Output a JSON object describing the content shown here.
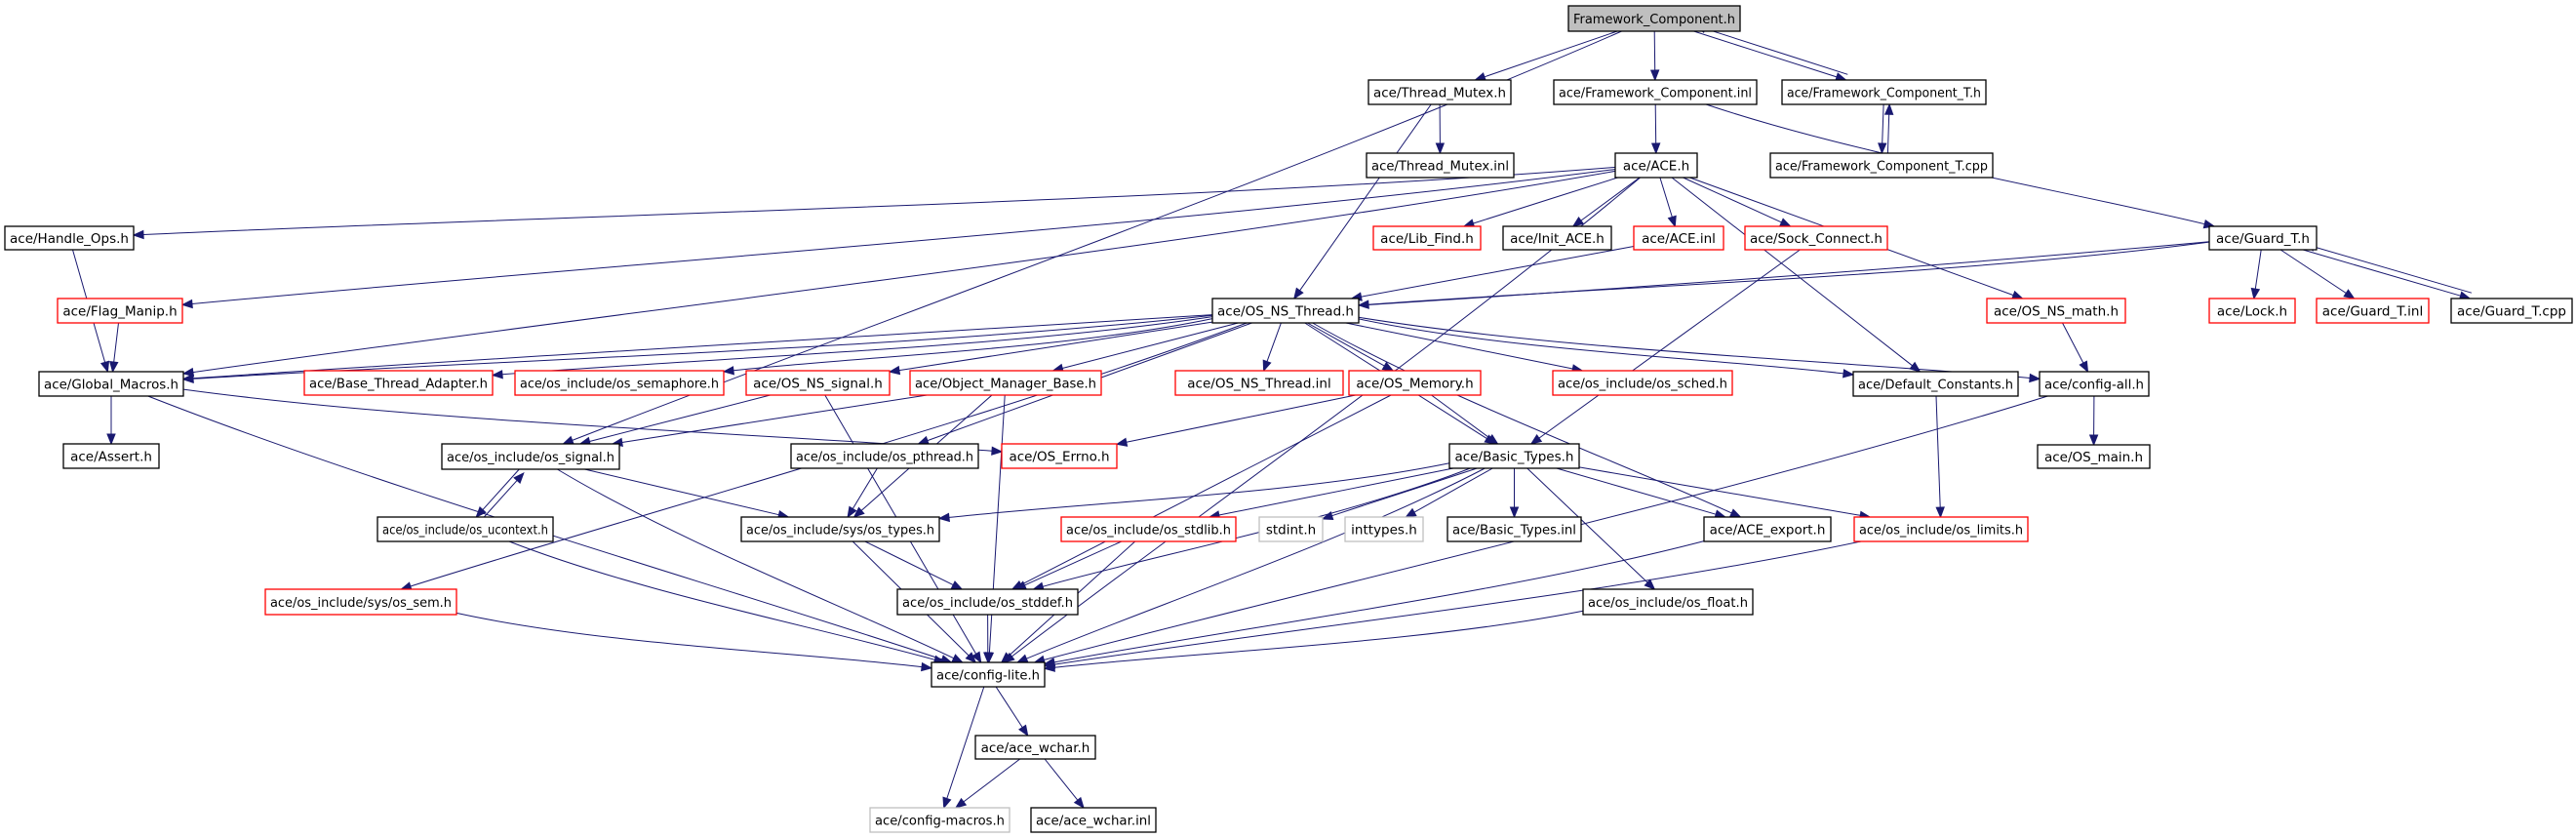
{
  "title": "Framework_Component.h",
  "colors": {
    "edge": "#191970",
    "root_fill": "#bfbfbf",
    "normal_border": "#000000",
    "truncated_border": "#ff0000",
    "external_border": "#bfbfbf"
  },
  "nodes": [
    {
      "id": "fc_h",
      "label": "Framework_Component.h",
      "kind": "root"
    },
    {
      "id": "thread_mutex_h",
      "label": "ace/Thread_Mutex.h",
      "kind": "normal"
    },
    {
      "id": "fc_inl",
      "label": "ace/Framework_Component.inl",
      "kind": "normal"
    },
    {
      "id": "fc_t_h",
      "label": "ace/Framework_Component_T.h",
      "kind": "normal"
    },
    {
      "id": "thread_mutex_inl",
      "label": "ace/Thread_Mutex.inl",
      "kind": "normal"
    },
    {
      "id": "ace_h",
      "label": "ace/ACE.h",
      "kind": "normal"
    },
    {
      "id": "fc_t_cpp",
      "label": "ace/Framework_Component_T.cpp",
      "kind": "normal"
    },
    {
      "id": "handle_ops_h",
      "label": "ace/Handle_Ops.h",
      "kind": "normal"
    },
    {
      "id": "lib_find_h",
      "label": "ace/Lib_Find.h",
      "kind": "truncated"
    },
    {
      "id": "init_ace_h",
      "label": "ace/Init_ACE.h",
      "kind": "normal"
    },
    {
      "id": "ace_inl",
      "label": "ace/ACE.inl",
      "kind": "truncated"
    },
    {
      "id": "sock_connect_h",
      "label": "ace/Sock_Connect.h",
      "kind": "truncated"
    },
    {
      "id": "guard_t_h",
      "label": "ace/Guard_T.h",
      "kind": "normal"
    },
    {
      "id": "flag_manip_h",
      "label": "ace/Flag_Manip.h",
      "kind": "truncated"
    },
    {
      "id": "os_ns_thread_h",
      "label": "ace/OS_NS_Thread.h",
      "kind": "normal"
    },
    {
      "id": "os_ns_math_h",
      "label": "ace/OS_NS_math.h",
      "kind": "truncated"
    },
    {
      "id": "lock_h",
      "label": "ace/Lock.h",
      "kind": "truncated"
    },
    {
      "id": "guard_t_inl",
      "label": "ace/Guard_T.inl",
      "kind": "truncated"
    },
    {
      "id": "guard_t_cpp",
      "label": "ace/Guard_T.cpp",
      "kind": "normal"
    },
    {
      "id": "global_macros_h",
      "label": "ace/Global_Macros.h",
      "kind": "normal"
    },
    {
      "id": "base_thread_adapter_h",
      "label": "ace/Base_Thread_Adapter.h",
      "kind": "truncated"
    },
    {
      "id": "os_semaphore_h",
      "label": "ace/os_include/os_semaphore.h",
      "kind": "truncated"
    },
    {
      "id": "os_ns_signal_h",
      "label": "ace/OS_NS_signal.h",
      "kind": "truncated"
    },
    {
      "id": "object_manager_base_h",
      "label": "ace/Object_Manager_Base.h",
      "kind": "truncated"
    },
    {
      "id": "os_ns_thread_inl",
      "label": "ace/OS_NS_Thread.inl",
      "kind": "truncated"
    },
    {
      "id": "os_memory_h",
      "label": "ace/OS_Memory.h",
      "kind": "truncated"
    },
    {
      "id": "os_sched_h",
      "label": "ace/os_include/os_sched.h",
      "kind": "truncated"
    },
    {
      "id": "default_constants_h",
      "label": "ace/Default_Constants.h",
      "kind": "normal"
    },
    {
      "id": "config_all_h",
      "label": "ace/config-all.h",
      "kind": "normal"
    },
    {
      "id": "assert_h",
      "label": "ace/Assert.h",
      "kind": "normal"
    },
    {
      "id": "os_signal_h",
      "label": "ace/os_include/os_signal.h",
      "kind": "normal"
    },
    {
      "id": "os_pthread_h",
      "label": "ace/os_include/os_pthread.h",
      "kind": "normal"
    },
    {
      "id": "os_errno_h",
      "label": "ace/OS_Errno.h",
      "kind": "truncated"
    },
    {
      "id": "basic_types_h",
      "label": "ace/Basic_Types.h",
      "kind": "normal"
    },
    {
      "id": "os_main_h",
      "label": "ace/OS_main.h",
      "kind": "normal"
    },
    {
      "id": "os_ucontext_h",
      "label": "ace/os_include/os_ucontext.h",
      "kind": "normal"
    },
    {
      "id": "os_types_h",
      "label": "ace/os_include/sys/os_types.h",
      "kind": "normal"
    },
    {
      "id": "os_stdlib_h",
      "label": "ace/os_include/os_stdlib.h",
      "kind": "truncated"
    },
    {
      "id": "stdint_h",
      "label": "stdint.h",
      "kind": "external"
    },
    {
      "id": "inttypes_h",
      "label": "inttypes.h",
      "kind": "external"
    },
    {
      "id": "basic_types_inl",
      "label": "ace/Basic_Types.inl",
      "kind": "normal"
    },
    {
      "id": "ace_export_h",
      "label": "ace/ACE_export.h",
      "kind": "normal"
    },
    {
      "id": "os_limits_h",
      "label": "ace/os_include/os_limits.h",
      "kind": "truncated"
    },
    {
      "id": "os_sem_h",
      "label": "ace/os_include/sys/os_sem.h",
      "kind": "truncated"
    },
    {
      "id": "os_stddef_h",
      "label": "ace/os_include/os_stddef.h",
      "kind": "normal"
    },
    {
      "id": "os_float_h",
      "label": "ace/os_include/os_float.h",
      "kind": "normal"
    },
    {
      "id": "config_lite_h",
      "label": "ace/config-lite.h",
      "kind": "normal"
    },
    {
      "id": "ace_wchar_h",
      "label": "ace/ace_wchar.h",
      "kind": "normal"
    },
    {
      "id": "config_macros_h",
      "label": "ace/config-macros.h",
      "kind": "external"
    },
    {
      "id": "ace_wchar_inl",
      "label": "ace/ace_wchar.inl",
      "kind": "normal"
    }
  ],
  "edges": [
    [
      "fc_h",
      "thread_mutex_h"
    ],
    [
      "fc_h",
      "fc_inl"
    ],
    [
      "fc_h",
      "fc_t_h"
    ],
    [
      "fc_h",
      "os_signal_h"
    ],
    [
      "fc_t_h",
      "fc_h"
    ],
    [
      "fc_t_h",
      "fc_t_cpp"
    ],
    [
      "fc_t_cpp",
      "fc_t_h"
    ],
    [
      "thread_mutex_h",
      "thread_mutex_inl"
    ],
    [
      "thread_mutex_h",
      "os_ns_thread_h"
    ],
    [
      "fc_inl",
      "ace_h"
    ],
    [
      "fc_inl",
      "guard_t_h"
    ],
    [
      "ace_h",
      "handle_ops_h"
    ],
    [
      "ace_h",
      "flag_manip_h"
    ],
    [
      "ace_h",
      "lib_find_h"
    ],
    [
      "ace_h",
      "init_ace_h"
    ],
    [
      "ace_h",
      "ace_inl"
    ],
    [
      "ace_h",
      "sock_connect_h"
    ],
    [
      "ace_h",
      "os_ns_math_h"
    ],
    [
      "ace_h",
      "default_constants_h"
    ],
    [
      "ace_h",
      "global_macros_h"
    ],
    [
      "ace_h",
      "config_lite_h"
    ],
    [
      "ace_inl",
      "os_ns_thread_h"
    ],
    [
      "sock_connect_h",
      "basic_types_h"
    ],
    [
      "guard_t_h",
      "os_ns_thread_h"
    ],
    [
      "guard_t_h",
      "global_macros_h"
    ],
    [
      "guard_t_h",
      "lock_h"
    ],
    [
      "guard_t_h",
      "guard_t_inl"
    ],
    [
      "guard_t_h",
      "guard_t_cpp"
    ],
    [
      "guard_t_cpp",
      "guard_t_h"
    ],
    [
      "handle_ops_h",
      "global_macros_h"
    ],
    [
      "flag_manip_h",
      "global_macros_h"
    ],
    [
      "os_ns_math_h",
      "config_all_h"
    ],
    [
      "os_ns_thread_h",
      "global_macros_h"
    ],
    [
      "os_ns_thread_h",
      "base_thread_adapter_h"
    ],
    [
      "os_ns_thread_h",
      "os_semaphore_h"
    ],
    [
      "os_ns_thread_h",
      "os_ns_signal_h"
    ],
    [
      "os_ns_thread_h",
      "object_manager_base_h"
    ],
    [
      "os_ns_thread_h",
      "os_ns_thread_inl"
    ],
    [
      "os_ns_thread_h",
      "os_memory_h"
    ],
    [
      "os_ns_thread_h",
      "os_sched_h"
    ],
    [
      "os_ns_thread_h",
      "basic_types_h"
    ],
    [
      "os_ns_thread_h",
      "default_constants_h"
    ],
    [
      "os_ns_thread_h",
      "config_all_h"
    ],
    [
      "os_ns_thread_h",
      "os_pthread_h"
    ],
    [
      "os_ns_thread_h",
      "os_sem_h"
    ],
    [
      "os_ns_thread_h",
      "ace_export_h"
    ],
    [
      "global_macros_h",
      "assert_h"
    ],
    [
      "global_macros_h",
      "os_errno_h"
    ],
    [
      "global_macros_h",
      "config_lite_h"
    ],
    [
      "os_ns_signal_h",
      "os_signal_h"
    ],
    [
      "os_ns_signal_h",
      "config_lite_h"
    ],
    [
      "object_manager_base_h",
      "os_signal_h"
    ],
    [
      "object_manager_base_h",
      "os_types_h"
    ],
    [
      "object_manager_base_h",
      "config_lite_h"
    ],
    [
      "os_memory_h",
      "os_errno_h"
    ],
    [
      "os_memory_h",
      "basic_types_h"
    ],
    [
      "os_memory_h",
      "os_stddef_h"
    ],
    [
      "default_constants_h",
      "os_limits_h"
    ],
    [
      "config_all_h",
      "os_main_h"
    ],
    [
      "config_all_h",
      "config_lite_h"
    ],
    [
      "os_signal_h",
      "os_ucontext_h"
    ],
    [
      "os_signal_h",
      "os_types_h"
    ],
    [
      "os_signal_h",
      "config_lite_h"
    ],
    [
      "os_ucontext_h",
      "os_signal_h"
    ],
    [
      "os_ucontext_h",
      "config_lite_h"
    ],
    [
      "os_pthread_h",
      "os_types_h"
    ],
    [
      "basic_types_h",
      "os_types_h"
    ],
    [
      "basic_types_h",
      "os_stdlib_h"
    ],
    [
      "basic_types_h",
      "stdint_h"
    ],
    [
      "basic_types_h",
      "inttypes_h"
    ],
    [
      "basic_types_h",
      "basic_types_inl"
    ],
    [
      "basic_types_h",
      "ace_export_h"
    ],
    [
      "basic_types_h",
      "os_limits_h"
    ],
    [
      "basic_types_h",
      "os_float_h"
    ],
    [
      "basic_types_h",
      "os_stddef_h"
    ],
    [
      "basic_types_h",
      "config_lite_h"
    ],
    [
      "os_types_h",
      "os_stddef_h"
    ],
    [
      "os_types_h",
      "config_lite_h"
    ],
    [
      "os_stdlib_h",
      "os_stddef_h"
    ],
    [
      "os_stdlib_h",
      "config_lite_h"
    ],
    [
      "os_stddef_h",
      "config_lite_h"
    ],
    [
      "os_float_h",
      "config_lite_h"
    ],
    [
      "ace_export_h",
      "config_lite_h"
    ],
    [
      "os_limits_h",
      "config_lite_h"
    ],
    [
      "os_sem_h",
      "config_lite_h"
    ],
    [
      "config_lite_h",
      "ace_wchar_h"
    ],
    [
      "config_lite_h",
      "config_macros_h"
    ],
    [
      "ace_wchar_h",
      "config_macros_h"
    ],
    [
      "ace_wchar_h",
      "ace_wchar_inl"
    ]
  ]
}
